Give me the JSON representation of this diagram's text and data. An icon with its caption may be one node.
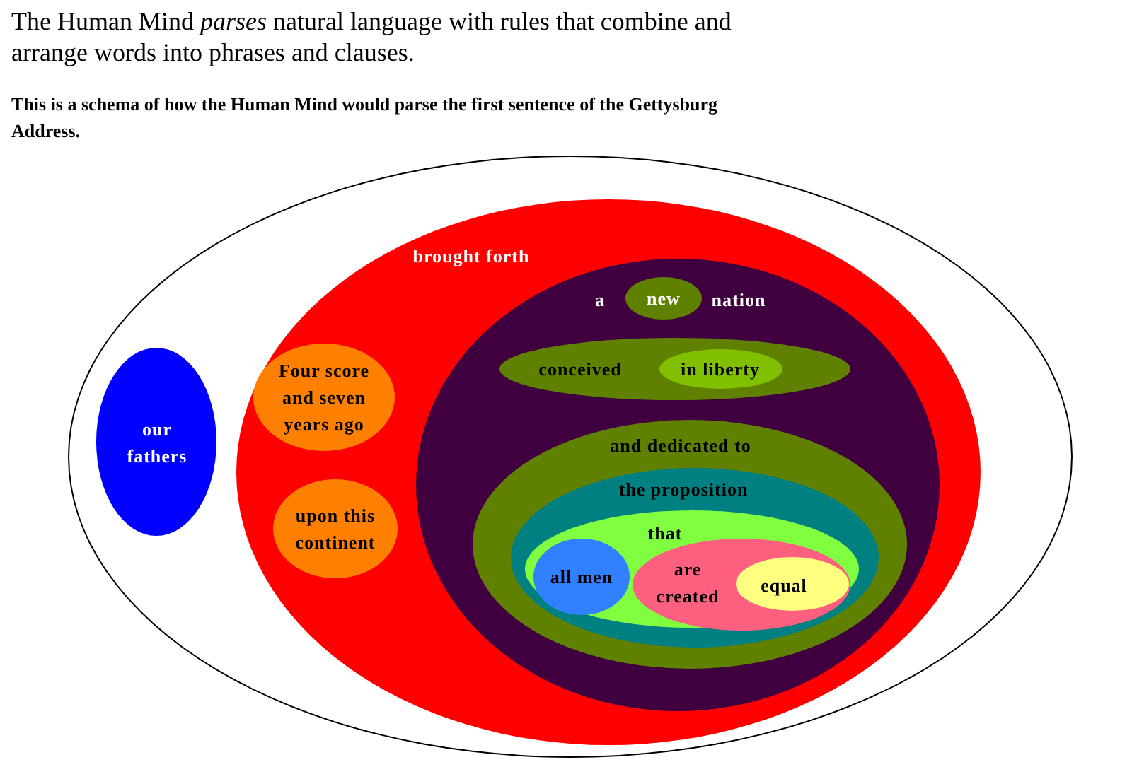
{
  "diagram": {
    "title": "The Human Mind *parses* natural language with rules that combine and arrange words into phrases and clauses.",
    "nodes": [
      {
        "text": [],
        "shape": "ellipse"
      },
      {
        "text": [
          "our fathers"
        ],
        "in": 0
      },
      {
        "text": [
          "brought forth"
        ],
        "in": 0
      },
      {
        "text": [
          "Four score and seven years ago"
        ],
        "in": 2
      },
      {
        "text": [
          "upon this continent"
        ],
        "in": 2
      },
      {
        "text": [
          "a",
          "nation"
        ],
        "in": 2
      },
      {
        "text": [
          "new"
        ],
        "in": 5
      },
      {
        "text": [
          "conceived"
        ],
        "in": 5
      },
      {
        "text": [
          "in liberty"
        ],
        "in": 7
      },
      {
        "text": [
          "and dedicated to"
        ],
        "in": 5
      },
      {
        "text": [
          "the proposition"
        ],
        "in": 9
      },
      {
        "text": [
          "that"
        ],
        "in": 10
      },
      {
        "text": [
          "all men"
        ],
        "in": 11
      },
      {
        "text": [
          "are created"
        ],
        "in": 11
      },
      {
        "text": [
          "equal"
        ],
        "in": 13
      }
    ],
    "edges": [],
    "labels": [
      "This is a schema of how the Human Mind would parse the first sentence of the Gettysburg Address."
    ]
  }
}
